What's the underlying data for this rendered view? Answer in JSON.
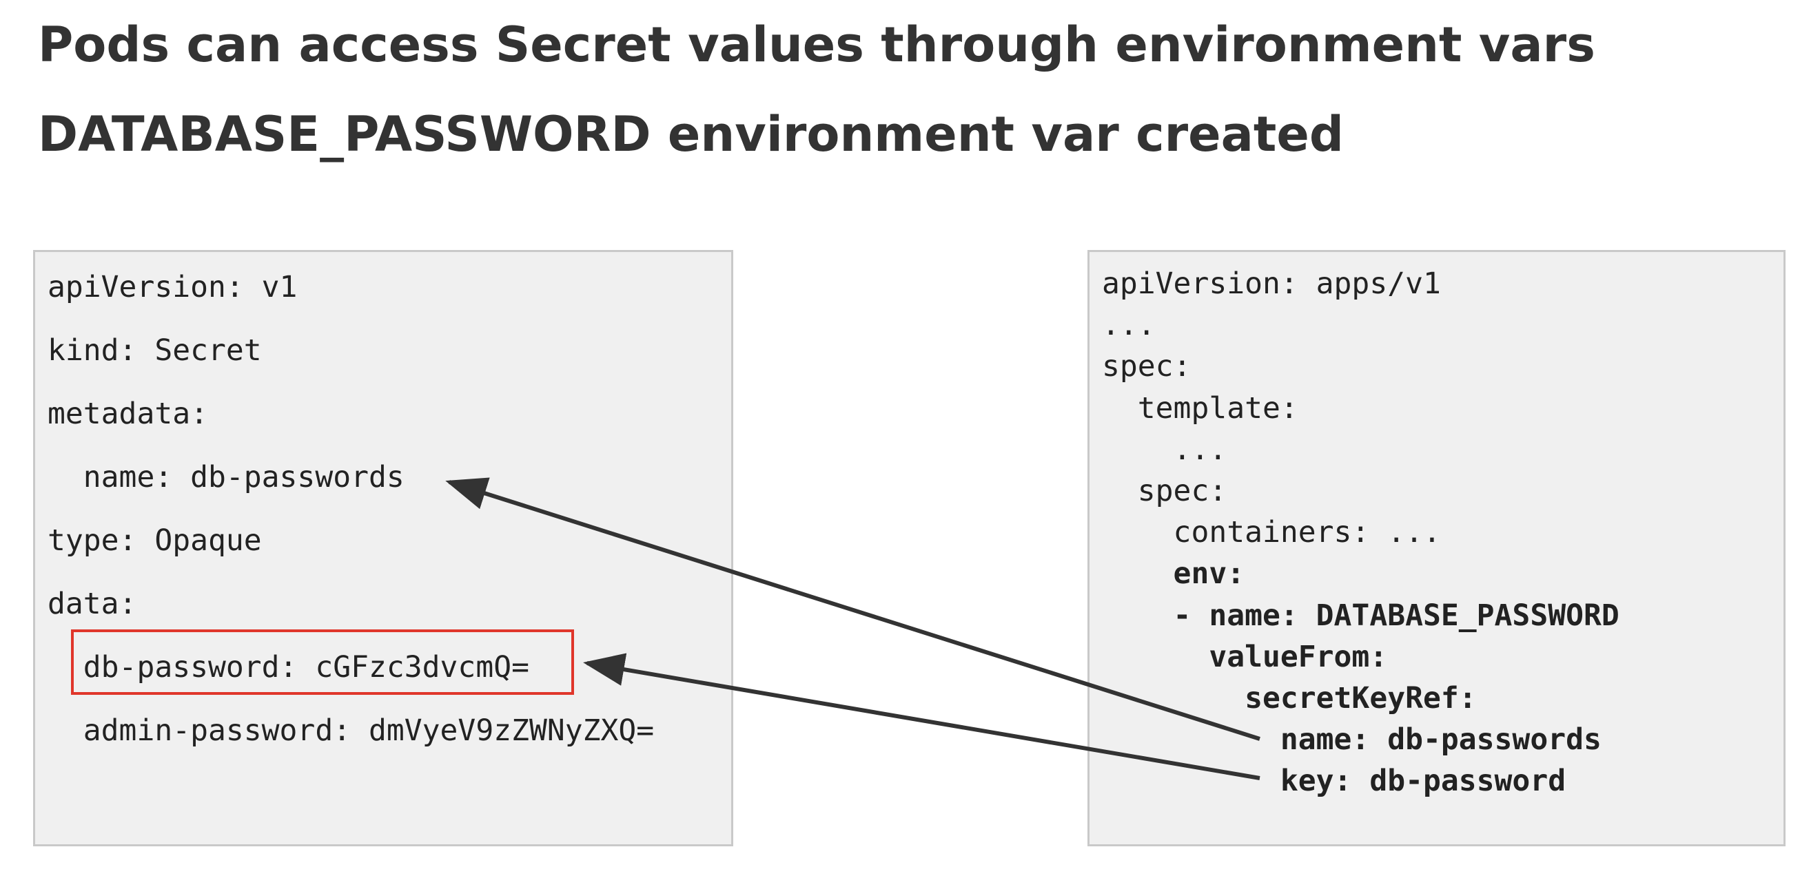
{
  "titles": {
    "line1": "Pods can access Secret values through environment vars",
    "line2": "DATABASE_PASSWORD environment var created"
  },
  "secret_manifest": {
    "lines": [
      "apiVersion: v1",
      "kind: Secret",
      "metadata:",
      "  name: db-passwords",
      "type: Opaque",
      "data:",
      "  db-password: cGFzc3dvcmQ=",
      "  admin-password: dmVyeV9zZWNyZXQ="
    ],
    "highlighted_line_index": 6
  },
  "deployment_manifest": {
    "lines": [
      "apiVersion: apps/v1",
      "...",
      "spec:",
      "  template:",
      "    ...",
      "  spec:",
      "    containers: ...",
      "    env:",
      "    - name: DATABASE_PASSWORD",
      "      valueFrom:",
      "        secretKeyRef:",
      "          name: db-passwords",
      "          key: db-password"
    ],
    "bold_from_line_index": 7
  },
  "colors": {
    "highlight_border": "#e0362b",
    "arrow": "#333333",
    "box_background": "#f0f0f0"
  }
}
